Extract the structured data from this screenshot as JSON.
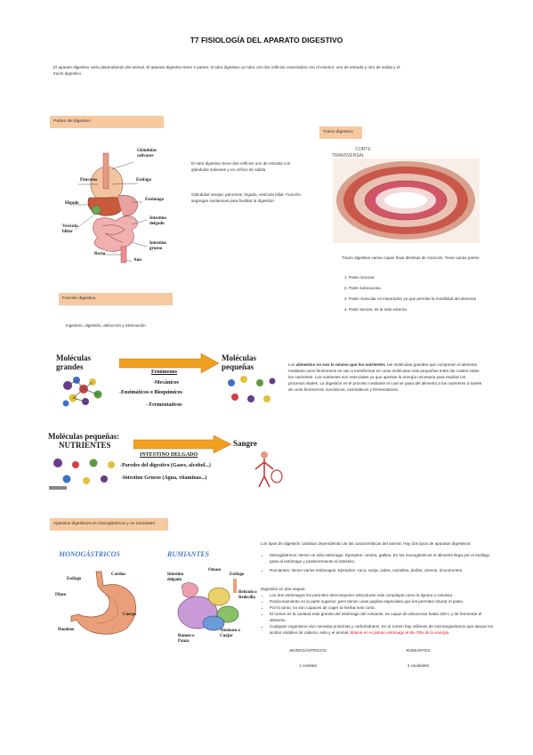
{
  "title": "T7 FISIOLOGÍA DEL APARATO DIGESTIVO",
  "intro": "El aparato digestivo varía dependiendo del animal. El aparato digestivo tiene 2 partes: el tubo digestivo un tubo con dos orificios conectados con el exterior, uno de entrada y otro de salida y el tracto digestivo",
  "sec1": {
    "header": "Partes del digestivo",
    "labels": {
      "glandulas": "Glándulas salivares",
      "pancreas": "Páncreas",
      "esofago": "Esófago",
      "estomago": "Estómago",
      "higado": "Hígado",
      "vesicula": "Vesícula biliar",
      "intestino_delgado": "Intestino delgado",
      "intestino_grueso": "Intestino grueso",
      "recto": "Recto",
      "ano": "Ano"
    },
    "text1": "El tubo digestivo tiene dos orificios uno de entrada con glándulas salivares y un orificio de salida",
    "text2": "Glándulas anejas: páncreas, hígado, vesícula biliar. Función: segregan sustancias para facilitar la digestión"
  },
  "tracto": {
    "header": "Tracto digestivo",
    "image_label_1": "CORTE",
    "image_label_2": "TRANSVERSAL",
    "intro": "Tracto digestivo varias capas finas distintas de músculo. Tiene varias partes",
    "items": [
      "Parte mucosa",
      "Parte submucosa",
      "Parte muscular es importante ya que permite la movilidad del alimento",
      "Parte serosa: es la más externa"
    ]
  },
  "funcion": {
    "header": "Función digestiva",
    "text": "Ingestión, digestión, absorción y eliminación"
  },
  "diagram1": {
    "left": "Moléculas grandes",
    "right": "Moléculas pequeñas",
    "heading": "Fenómenos",
    "items": [
      "-Mecánicos",
      "-Enzimáticos o Bioquímicos",
      "- Fermentativos"
    ]
  },
  "alimentos": {
    "pre": "Los ",
    "bold": "alimentos no son lo mismo que los nutrientes",
    "post": ", las moléculas grandes que componen el alimento mediante unos fenómenos se van a transformar en unas moléculas más pequeñas entre las cuales están los nutrientes. Los nutrientes son esenciales ya que aportan la energía necesaria para realizar los procesos vitales. La digestión es el proceso mediante el cual se pasa del alimento a los nutrientes a través de unos fenómenos mecánicos, enzimáticos y fermentativos."
  },
  "diagram2": {
    "left1": "Moléculas pequeñas:",
    "left2": "NUTRIENTES",
    "arrow": "INTESTINO DELGADO",
    "right": "Sangre",
    "items": [
      "-Paredes del digestivo (Gases, alcohol...)",
      "-Intestino Grueso (Agua, vitaminas...)"
    ]
  },
  "sec3": {
    "header": "Aparatos digestivos en monogástricos y en rumiantes",
    "mono_title": "MONOGÁSTRICOS",
    "rum_title": "RUMIANTES",
    "mono_labels": {
      "esofago": "Esófago",
      "cardias": "Cardias",
      "piloro": "Píloro",
      "cuerpo": "Cuerpo",
      "duodeno": "Duodeno"
    },
    "rum_labels": {
      "intestino": "Intestino delgado",
      "omaso": "Omaso",
      "esofago": "Esófago",
      "reticulo": "Retículo o Redecilla",
      "rumen": "Rumen o Panza",
      "abomaso": "Abomaso o Cuajar"
    },
    "intro": "Los tipos de digestión cambian dependiendo de las características del animal. Hay dos tipos de aparatos digestivos:",
    "bullets": [
      "Monogástricos: tienen un sólo estómago. Ejemplos: cerdos, gallina. En los monogástricos el alimento llega por el esófago pasa al estómago y posteriormente al intestino.",
      "Rumiantes: tienen varios estómagos. Ejemplos: vaca, oveja, cabra, camellos, jirafas, ciervos, rinocerontes."
    ],
    "etapas_title": "Digestión en dos etapas:",
    "etapas": [
      "Los dos estómagos les permiten descomponer estructuras más complejas como la lignina o celulosa",
      "Posicionamiento en la parte superior, pero tienen unas papilas especiales que les permiten triturar el pasto.",
      "Por lo tanto, no son capaces de coger la hierba más corta.",
      "El rumen es la cavidad más grande del estómago del rumiante, es capaz de almacenar hasta 225 L y de fermentar el alimento.",
      "Cualquier organismo vivo necesita proteínas y carbohidratos. En el rumen hay millones de microorganismos que atacan los ácidos volátiles de cabeza: esta y el animal "
    ],
    "etapas_red": "obtiene en el primer estómago el 65-70% de la energía",
    "table": {
      "col1": "MONOGÁSTRICOS",
      "col2": "RUMIANTES",
      "val1": "1 cavidad",
      "val2": "4 cavidades"
    }
  }
}
